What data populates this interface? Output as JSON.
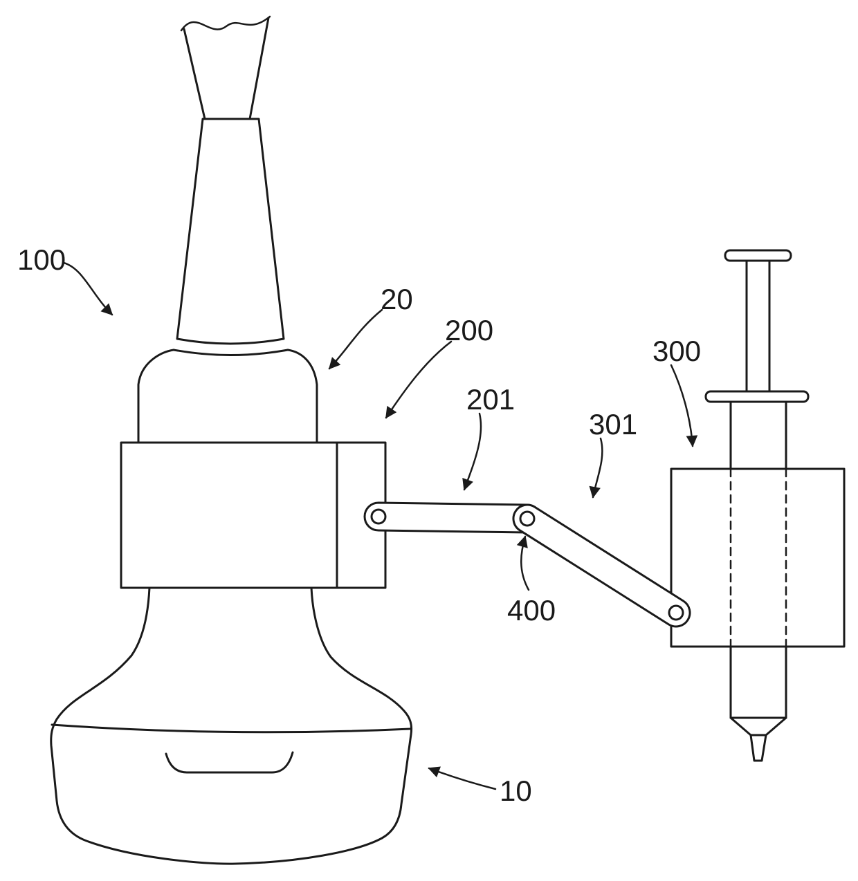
{
  "figure": {
    "type": "patent-line-drawing",
    "description_labels": {
      "ref_100": "100",
      "ref_20": "20",
      "ref_200": "200",
      "ref_201": "201",
      "ref_301": "301",
      "ref_300": "300",
      "ref_400": "400",
      "ref_10": "10"
    },
    "colors": {
      "background": "#ffffff",
      "line": "#1a1a1a"
    }
  }
}
